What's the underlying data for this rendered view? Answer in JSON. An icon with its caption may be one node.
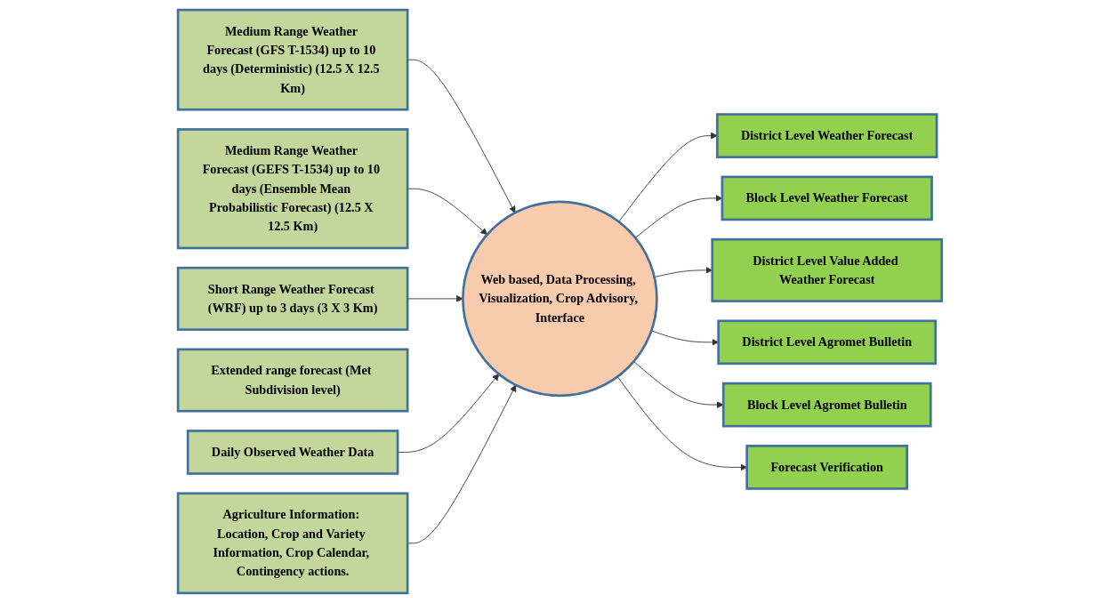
{
  "diagram": {
    "nodes": [
      {
        "text": [
          "Medium Range Weather Forecast (GFS T-1534) up to 10 days (Deterministic) (12.5 X 12.5 Km)"
        ]
      },
      {
        "text": [
          "Medium Range Weather Forecast (GEFS T-1534) up to 10 days (Ensemble Mean Probabilistic Forecast) (12.5 X 12.5 Km)"
        ]
      },
      {
        "text": [
          "Short Range Weather Forecast (WRF) up to 3 days (3 X 3 Km)"
        ]
      },
      {
        "text": [
          "Extended range forecast (Met Subdivision level)"
        ]
      },
      {
        "text": [
          "Daily Observed Weather Data"
        ]
      },
      {
        "text": [
          "Web based, Data Processing, Visualization, Crop Advisory, Interface"
        ]
      },
      {
        "text": [
          "Agriculture Information: Location, Crop and Variety Information, Crop Calendar, Contingency actions."
        ]
      },
      {
        "text": [
          "District Level Weather Forecast"
        ]
      },
      {
        "text": [
          "Block Level Weather Forecast"
        ]
      },
      {
        "text": [
          "District Level Value Added Weather Forecast"
        ]
      },
      {
        "text": [
          "District Level Agromet Bulletin"
        ]
      },
      {
        "text": [
          "Block Level Agromet Bulletin"
        ]
      },
      {
        "text": [
          "Forecast Verification"
        ]
      }
    ],
    "edges": [
      {
        "from": 0,
        "to": 5,
        "arrow": "to"
      },
      {
        "from": 1,
        "to": 5,
        "arrow": "to"
      },
      {
        "from": 2,
        "to": 5,
        "arrow": "to"
      },
      {
        "from": 4,
        "to": 5,
        "arrow": "to"
      },
      {
        "from": 6,
        "to": 5,
        "arrow": "to"
      },
      {
        "from": 5,
        "to": 7,
        "arrow": "to"
      },
      {
        "from": 5,
        "to": 8,
        "arrow": "to"
      },
      {
        "from": 5,
        "to": 9,
        "arrow": "to"
      },
      {
        "from": 5,
        "to": 10,
        "arrow": "to"
      },
      {
        "from": 5,
        "to": 11,
        "arrow": "to"
      },
      {
        "from": 5,
        "to": 12,
        "arrow": "to"
      }
    ]
  }
}
